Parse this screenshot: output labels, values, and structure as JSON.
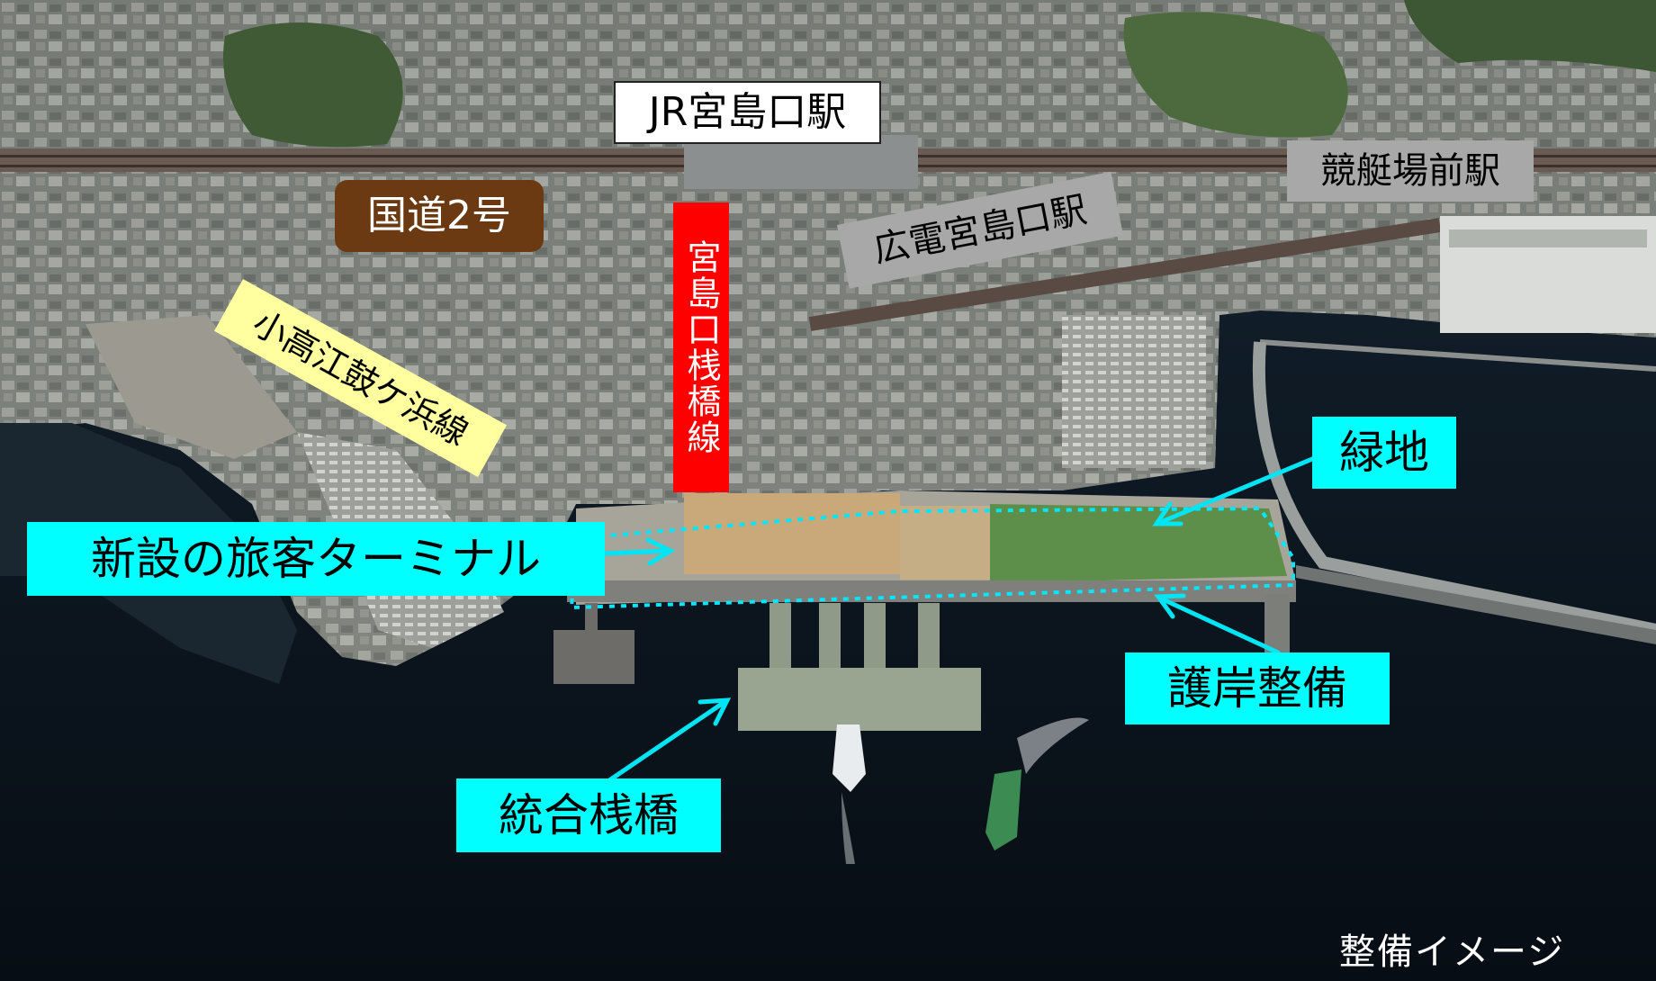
{
  "labels": {
    "jr_station": "JR宮島口駅",
    "route2": "国道2号",
    "hiroden_station": "広電宮島口駅",
    "kyoteijo_station": "競艇場前駅",
    "kotakae_line": "小高江鼓ケ浜線",
    "sanbashi_line": "宮島口桟橋線",
    "terminal": "新設の旅客ターミナル",
    "green_area": "緑地",
    "seawall": "護岸整備",
    "pier": "統合桟橋"
  },
  "caption": "整備イメージ",
  "colors": {
    "sea": "#0b1520",
    "callout_cyan": "#00ffff",
    "red_label": "#ff0000",
    "brown_label": "#6b3a12",
    "grey_label": "#a8a8a8",
    "yellow_label": "#ffffa0",
    "lawn": "#5e8f4a",
    "terminal_roof": "#c9a87a"
  }
}
